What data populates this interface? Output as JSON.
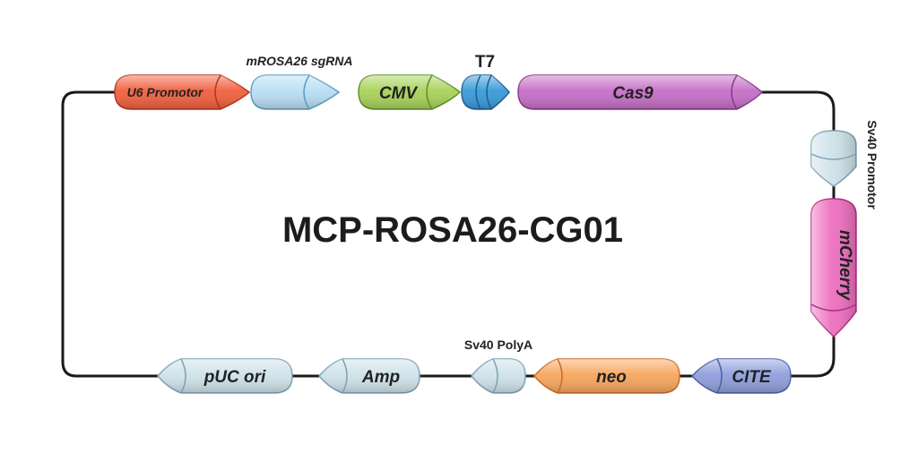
{
  "title": "MCP-ROSA26-CG01",
  "features": [
    {
      "id": "u6",
      "label": "U6 Promotor",
      "color": "#f0603f",
      "dark": "#b93418"
    },
    {
      "id": "sgrna",
      "label": "",
      "outside_label": "mROSA26 sgRNA",
      "color": "#b9def3",
      "dark": "#5c9ac0"
    },
    {
      "id": "cmv",
      "label": "CMV",
      "color": "#a8d25a",
      "dark": "#5e9124"
    },
    {
      "id": "t7",
      "label": "",
      "outside_label": "T7",
      "color": "#3a9ad8",
      "dark": "#1b5f96"
    },
    {
      "id": "cas9",
      "label": "Cas9",
      "color": "#c56fc6",
      "dark": "#863a89"
    },
    {
      "id": "sv40p",
      "label": "",
      "outside_label": "Sv40 Promotor",
      "color": "#cfe2ea",
      "dark": "#7ea1b3"
    },
    {
      "id": "mcherry",
      "label": "mCherry",
      "color": "#ee6fbf",
      "dark": "#b02b82"
    },
    {
      "id": "cite",
      "label": "CITE",
      "color": "#8f9fdb",
      "dark": "#4c5fa8"
    },
    {
      "id": "neo",
      "label": "neo",
      "color": "#f7a65e",
      "dark": "#cc6b22"
    },
    {
      "id": "sv40pa",
      "label": "",
      "outside_label": "Sv40 PolyA",
      "color": "#cfe2ea",
      "dark": "#7ea1b3"
    },
    {
      "id": "amp",
      "label": "Amp",
      "color": "#cfe2ea",
      "dark": "#7ea1b3"
    },
    {
      "id": "puc",
      "label": "pUC ori",
      "color": "#cfe2ea",
      "dark": "#7ea1b3"
    }
  ]
}
